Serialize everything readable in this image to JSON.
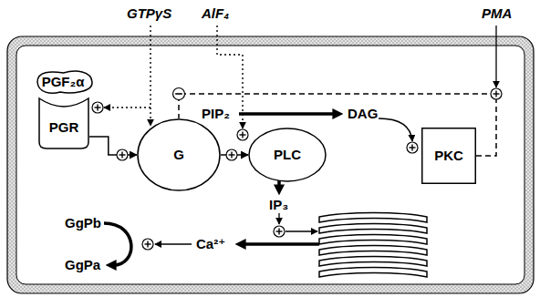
{
  "diagram": {
    "nodes": [
      {
        "text": [
          "PGF₂α"
        ]
      },
      {
        "text": [
          "PGR"
        ]
      },
      {
        "text": [
          "G"
        ]
      },
      {
        "text": [
          "PLC"
        ]
      },
      {
        "text": [
          "PKC"
        ]
      }
    ],
    "edges": [
      {
        "from": 1,
        "to": 2,
        "arrow": "to"
      },
      {
        "from": 2,
        "to": 3,
        "arrow": "to"
      },
      {
        "from": 4,
        "to": 2,
        "arrow": "none"
      }
    ],
    "labels": [
      "GTPγS",
      "AlF₄",
      "PMA",
      "PIP₂",
      "DAG",
      "IP₃",
      "Ca²⁺",
      "GgPb",
      "GgPa"
    ]
  }
}
